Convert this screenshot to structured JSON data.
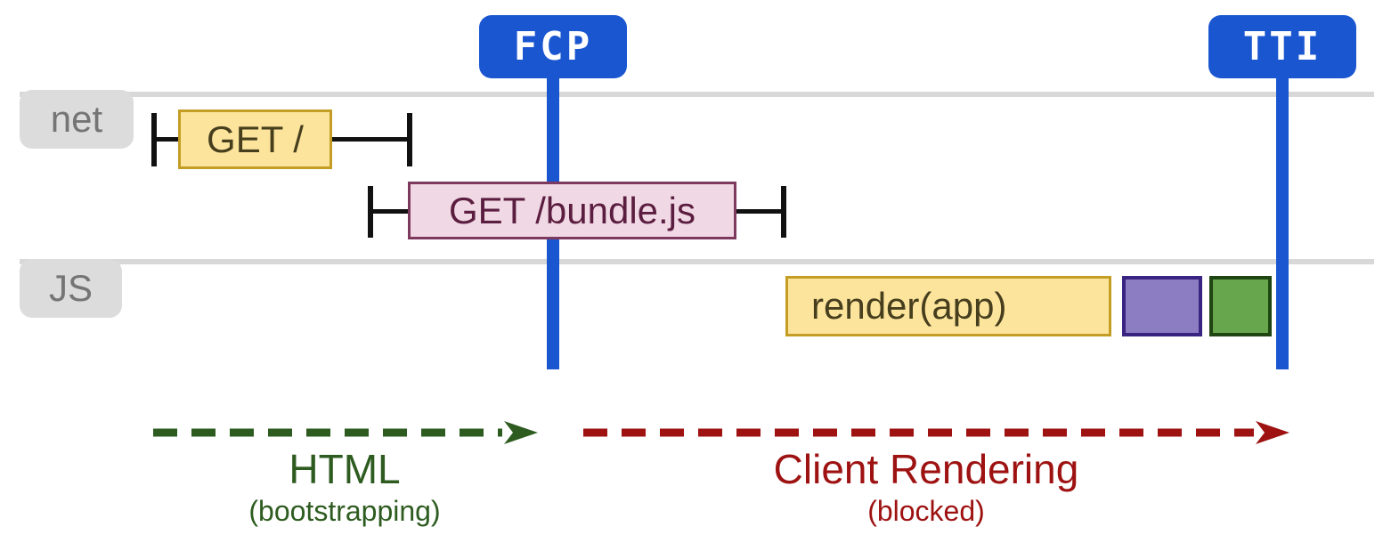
{
  "diagram": {
    "markers": {
      "fcp": {
        "label": "FCP"
      },
      "tti": {
        "label": "TTI"
      }
    },
    "lanes": {
      "net": {
        "label": "net"
      },
      "js": {
        "label": "JS"
      }
    },
    "tasks": {
      "get_root": {
        "label": "GET /",
        "lane": "net",
        "kind": "network-request"
      },
      "get_bundle": {
        "label": "GET /bundle.js",
        "lane": "net",
        "kind": "network-request"
      },
      "render_app": {
        "label": "render(app)",
        "lane": "js",
        "kind": "js-task"
      },
      "purple_task": {
        "label": "",
        "lane": "js",
        "kind": "js-task"
      },
      "green_task": {
        "label": "",
        "lane": "js",
        "kind": "js-task"
      }
    },
    "phases": {
      "html": {
        "title": "HTML",
        "subtitle": "(bootstrapping)"
      },
      "client": {
        "title": "Client Rendering",
        "subtitle": "(blocked)"
      }
    }
  },
  "colors": {
    "marker_blue": "#1a56d0",
    "lane_line_gray": "#d8d8d8",
    "lane_label_bg": "#dcdcdc",
    "lane_label_text": "#757575",
    "task_yellow_fill": "#fce49c",
    "task_yellow_border": "#c49e24",
    "task_yellow_text": "#463e1d",
    "task_pink_fill": "#f0d9e4",
    "task_pink_border": "#7e3a5e",
    "task_pink_text": "#5c1e40",
    "task_purple_fill": "#8c7cc2",
    "task_purple_border": "#3a2482",
    "task_green_fill": "#68a64e",
    "task_green_border": "#1f4513",
    "whisker_black": "#111111",
    "phase_html_green": "#2e5c20",
    "phase_client_red": "#9e1212"
  }
}
